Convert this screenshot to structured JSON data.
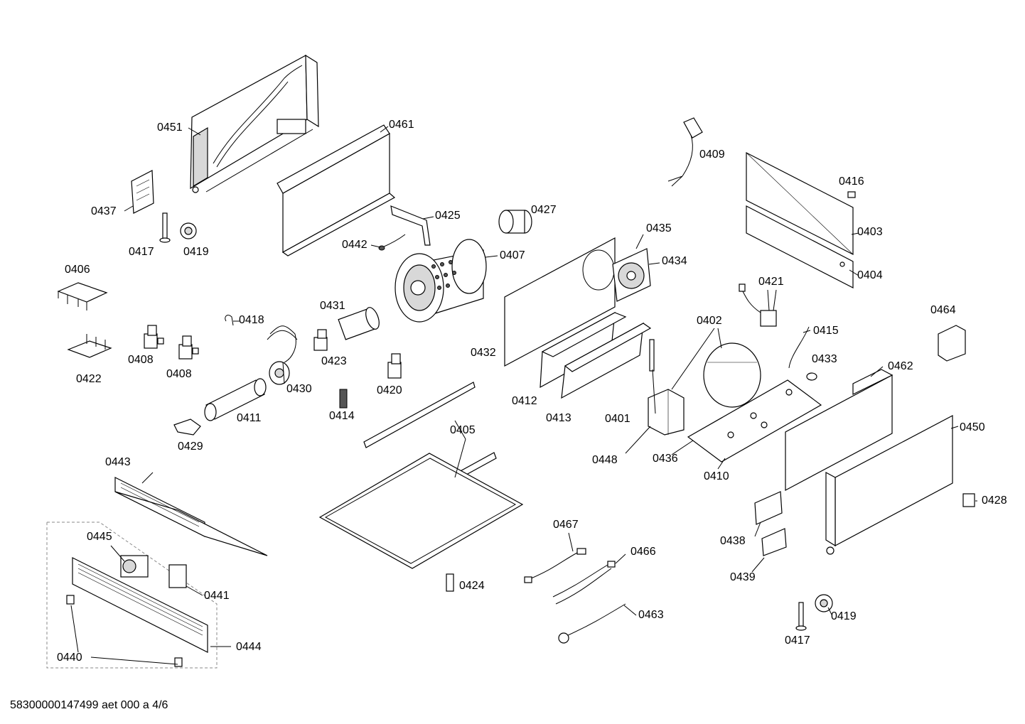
{
  "labels": {
    "p0451": "0451",
    "p0461": "0461",
    "p0437": "0437",
    "p0417a": "0417",
    "p0419a": "0419",
    "p0425": "0425",
    "p0427": "0427",
    "p0442": "0442",
    "p0407": "0407",
    "p0406": "0406",
    "p0422": "0422",
    "p0408a": "0408",
    "p0408b": "0408",
    "p0418": "0418",
    "p0431": "0431",
    "p0423": "0423",
    "p0430": "0430",
    "p0411": "0411",
    "p0429": "0429",
    "p0414": "0414",
    "p0420": "0420",
    "p0432": "0432",
    "p0409": "0409",
    "p0416": "0416",
    "p0403": "0403",
    "p0404": "0404",
    "p0435": "0435",
    "p0434": "0434",
    "p0421": "0421",
    "p0464": "0464",
    "p0415": "0415",
    "p0402": "0402",
    "p0433": "0433",
    "p0462": "0462",
    "p0412": "0412",
    "p0413": "0413",
    "p0401": "0401",
    "p0448": "0448",
    "p0436": "0436",
    "p0410": "0410",
    "p0450": "0450",
    "p0405": "0405",
    "p0428": "0428",
    "p0443": "0443",
    "p0445": "0445",
    "p0441": "0441",
    "p0444": "0444",
    "p0440": "0440",
    "p0467": "0467",
    "p0466": "0466",
    "p0424": "0424",
    "p0463": "0463",
    "p0438": "0438",
    "p0439": "0439",
    "p0417b": "0417",
    "p0419b": "0419"
  },
  "footer": {
    "document_id": "58300000147499 aet 000 a 4/6"
  }
}
